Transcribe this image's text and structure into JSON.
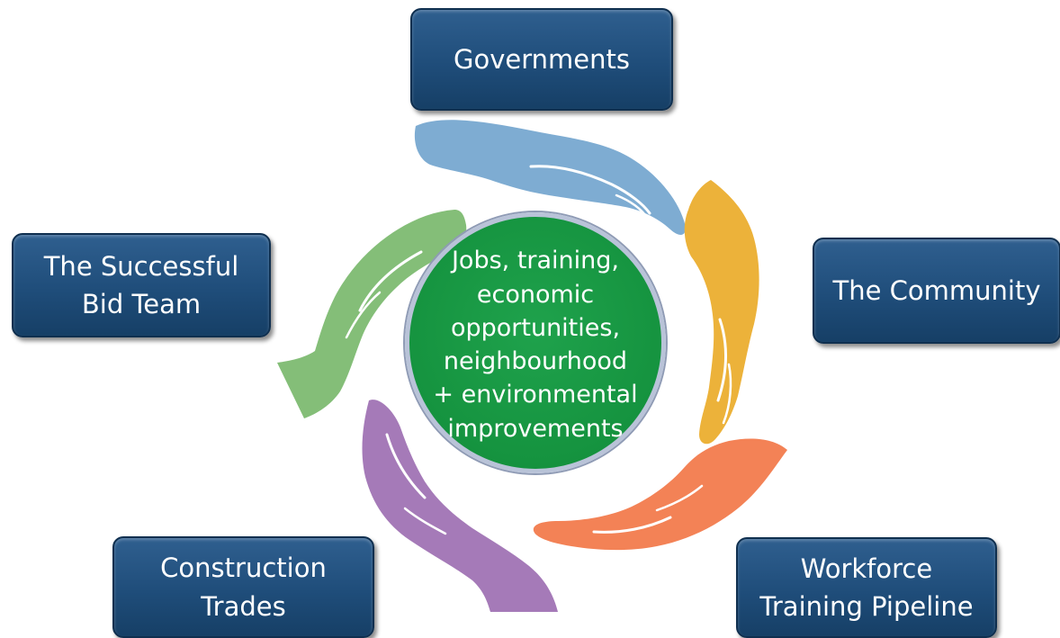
{
  "diagram": {
    "center_text": "Jobs, training,\neconomic\nopportunities,\nneighbourhood\n+ environmental\nimprovements",
    "nodes": {
      "governments": "Governments",
      "community": "The Community",
      "bid_team": "The Successful\nBid Team",
      "trades": "Construction\nTrades",
      "pipeline": "Workforce\nTraining Pipeline"
    },
    "colors": {
      "box": "#1f4d7a",
      "center": "#15933f",
      "hand_blue": "#7eacd2",
      "hand_yellow": "#ecb23a",
      "hand_orange": "#f38256",
      "hand_purple": "#a57ab8",
      "hand_green": "#84be78"
    }
  }
}
